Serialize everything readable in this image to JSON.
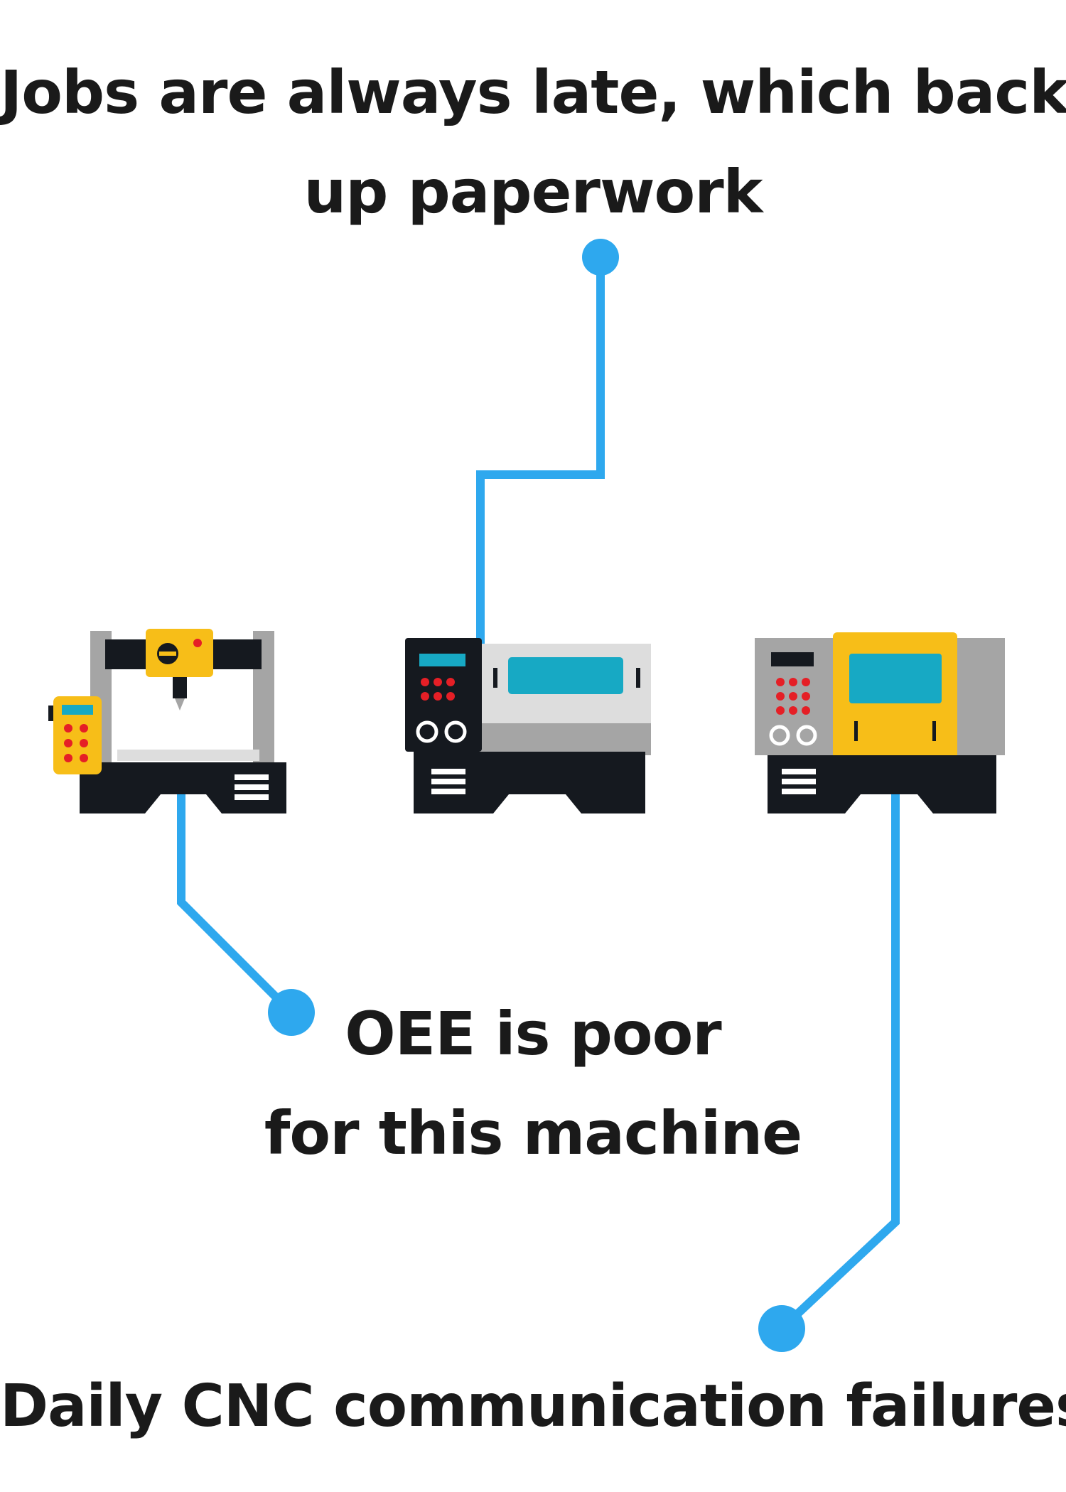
{
  "colors": {
    "connector": "#2ea8ee",
    "panel_dark": "#15191f",
    "machine_gray": "#a5a5a5",
    "machine_light": "#dddddd",
    "accent_yellow": "#f7be18",
    "screen_teal": "#17a9c4",
    "button_red": "#e51f26"
  },
  "labels": {
    "top_line1": "Jobs are always late, which backs",
    "top_line2": "up paperwork",
    "mid_line1": "OEE is poor",
    "mid_line2": "for this machine",
    "bottom": "Daily CNC communication failures"
  },
  "icons": {
    "left": "cnc-router-icon",
    "center": "cnc-lathe-icon",
    "right": "cnc-lathe-yellow-icon"
  }
}
